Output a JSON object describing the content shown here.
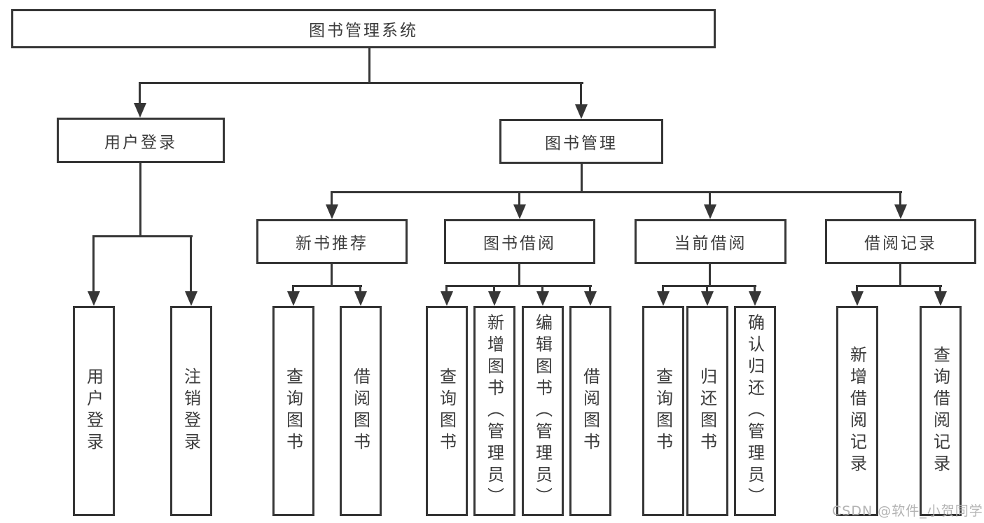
{
  "diagram": {
    "watermark": "CSDN @软件_小贺同学",
    "colors": {
      "line": "#363636",
      "text": "#3c3c3c",
      "watermark": "#b3b3b3",
      "background": "#ffffff"
    },
    "tree": {
      "root": "图书管理系统",
      "branches": [
        {
          "label": "用户登录",
          "children": [
            {
              "label": "用户登录"
            },
            {
              "label": "注销登录"
            }
          ]
        },
        {
          "label": "图书管理",
          "children": [
            {
              "label": "新书推荐",
              "children": [
                {
                  "label": "查询图书"
                },
                {
                  "label": "借阅图书"
                }
              ]
            },
            {
              "label": "图书借阅",
              "children": [
                {
                  "label": "查询图书"
                },
                {
                  "label": "新增图书（管理员）"
                },
                {
                  "label": "编辑图书（管理员）"
                },
                {
                  "label": "借阅图书"
                }
              ]
            },
            {
              "label": "当前借阅",
              "children": [
                {
                  "label": "查询图书"
                },
                {
                  "label": "归还图书"
                },
                {
                  "label": "确认归还（管理员）"
                }
              ]
            },
            {
              "label": "借阅记录",
              "children": [
                {
                  "label": "新增借阅记录"
                },
                {
                  "label": "查询借阅记录"
                }
              ]
            }
          ]
        }
      ]
    }
  }
}
